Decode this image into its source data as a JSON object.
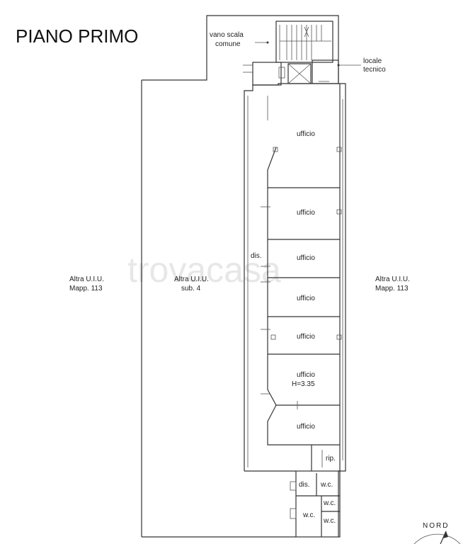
{
  "title": "PIANO PRIMO",
  "watermark": "trovacasa",
  "compass": {
    "label": "NORD"
  },
  "labels": {
    "vano_scala_line1": "vano scala",
    "vano_scala_line2": "comune",
    "locale_tecnico_line1": "locale",
    "locale_tecnico_line2": "tecnico",
    "altra_left_line1": "Altra U.I.U.",
    "altra_left_line2": "Mapp. 113",
    "altra_mid_line1": "Altra U.I.U.",
    "altra_mid_line2": "sub. 4",
    "altra_right_line1": "Altra U.I.U.",
    "altra_right_line2": "Mapp. 113",
    "dis_corridor": "dis.",
    "ufficio_1": "ufficio",
    "ufficio_2": "ufficio",
    "ufficio_3": "ufficio",
    "ufficio_4": "ufficio",
    "ufficio_5": "ufficio",
    "ufficio_6": "ufficio",
    "height_note": "H=3.35",
    "ufficio_7": "ufficio",
    "rip": "rip.",
    "dis_small": "dis.",
    "wc_1": "w.c.",
    "wc_2": "w.c.",
    "wc_3": "w.c.",
    "wc_4": "w.c."
  },
  "colors": {
    "line": "#333333",
    "watermark": "#d8d8d8"
  }
}
